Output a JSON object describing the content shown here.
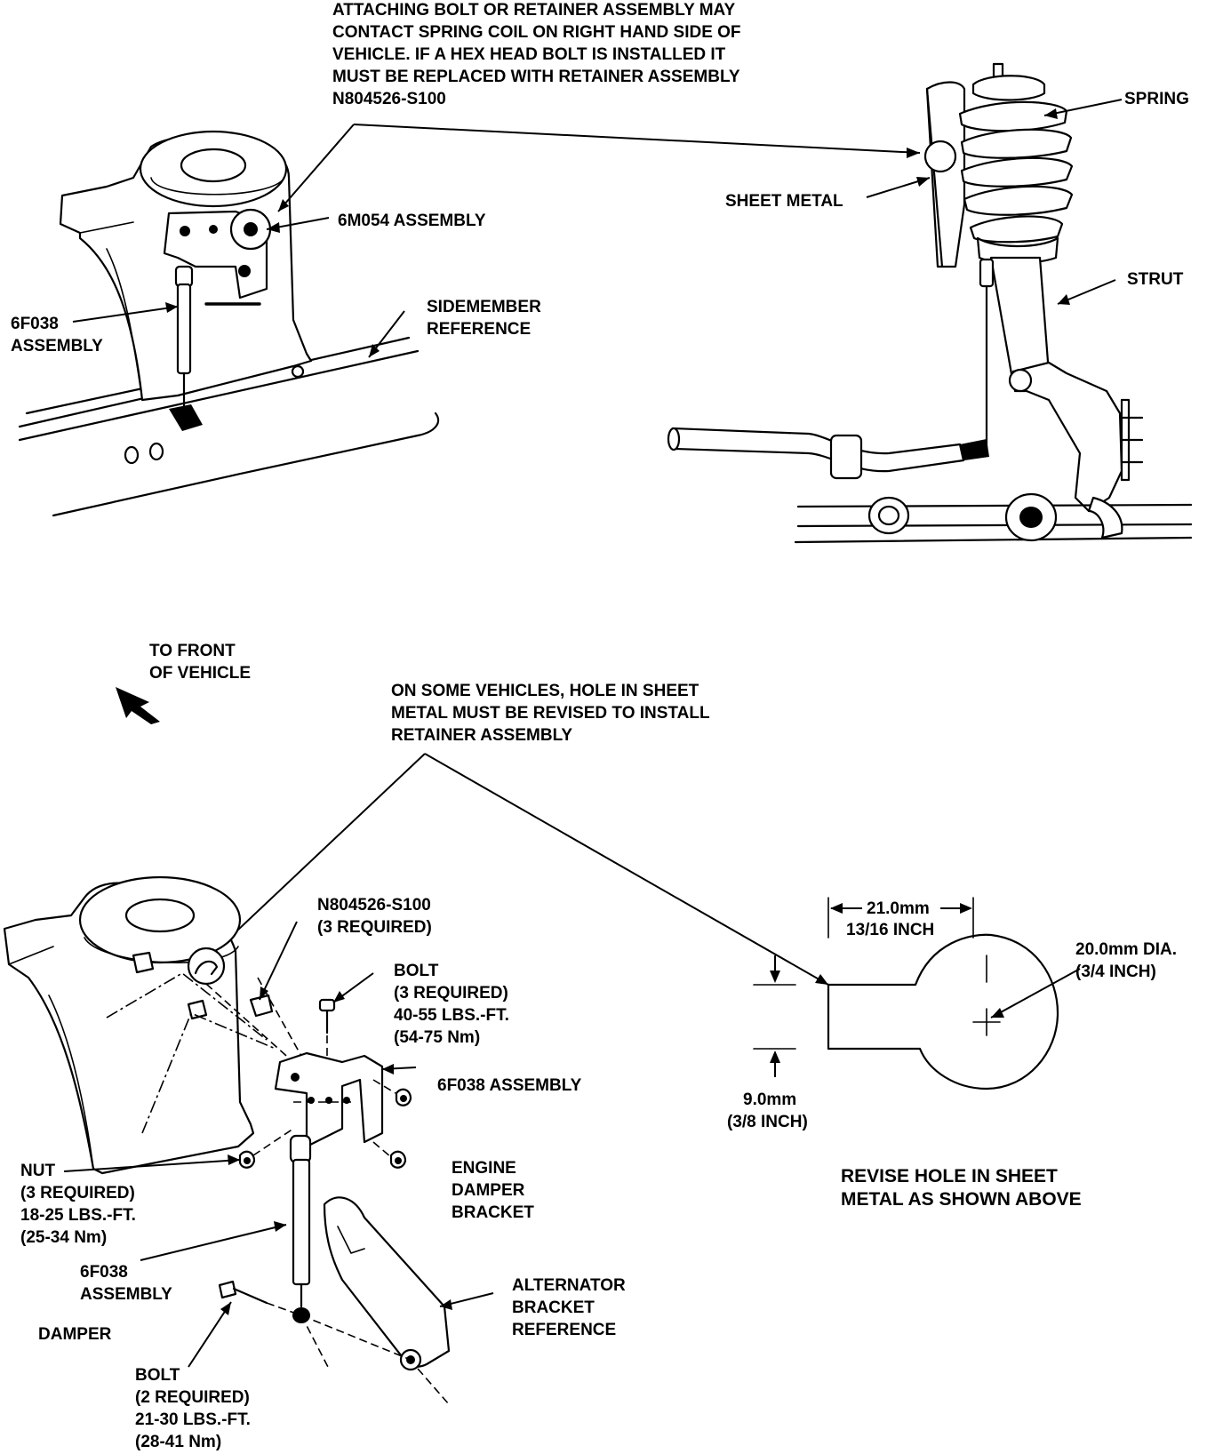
{
  "labels": {
    "top_note": [
      "ATTACHING BOLT OR RETAINER ASSEMBLY MAY",
      "CONTACT SPRING COIL ON RIGHT HAND SIDE OF",
      "VEHICLE. IF A HEX HEAD BOLT IS INSTALLED IT",
      "MUST BE REPLACED WITH RETAINER ASSEMBLY",
      "N804526-S100"
    ],
    "spring": "SPRING",
    "sheet_metal": "SHEET METAL",
    "strut": "STRUT",
    "assembly_6m054": "6M054 ASSEMBLY",
    "assembly_6f038_top": [
      "6F038",
      "ASSEMBLY"
    ],
    "sidemember_reference": [
      "SIDEMEMBER",
      "REFERENCE"
    ],
    "to_front_of_vehicle": [
      "TO FRONT",
      "OF VEHICLE"
    ],
    "mid_note": [
      "ON SOME VEHICLES, HOLE IN SHEET",
      "METAL MUST BE REVISED TO INSTALL",
      "RETAINER ASSEMBLY"
    ],
    "retainer_callout": [
      "N804526-S100",
      "(3 REQUIRED)"
    ],
    "bolt_upper": [
      "BOLT",
      "(3 REQUIRED)",
      "40-55 LBS.-FT.",
      "(54-75 Nm)"
    ],
    "assembly_6f038_bracket": "6F038 ASSEMBLY",
    "engine_damper_bracket": [
      "ENGINE",
      "DAMPER",
      "BRACKET"
    ],
    "nut": [
      "NUT",
      "(3 REQUIRED)",
      "18-25 LBS.-FT.",
      "(25-34 Nm)"
    ],
    "assembly_6f038_lower": [
      "6F038",
      "ASSEMBLY"
    ],
    "damper": "DAMPER",
    "alternator_bracket_reference": [
      "ALTERNATOR",
      "BRACKET",
      "REFERENCE"
    ],
    "bolt_lower": [
      "BOLT",
      "(2 REQUIRED)",
      "21-30 LBS.-FT.",
      "(28-41 Nm)"
    ],
    "dim_width": [
      "21.0mm",
      "13/16 INCH"
    ],
    "dim_dia": [
      "20.0mm DIA.",
      "(3/4 INCH)"
    ],
    "dim_slot": [
      "9.0mm",
      "(3/8 INCH)"
    ],
    "revise_hole": [
      "REVISE HOLE IN SHEET",
      "METAL AS SHOWN ABOVE"
    ]
  }
}
